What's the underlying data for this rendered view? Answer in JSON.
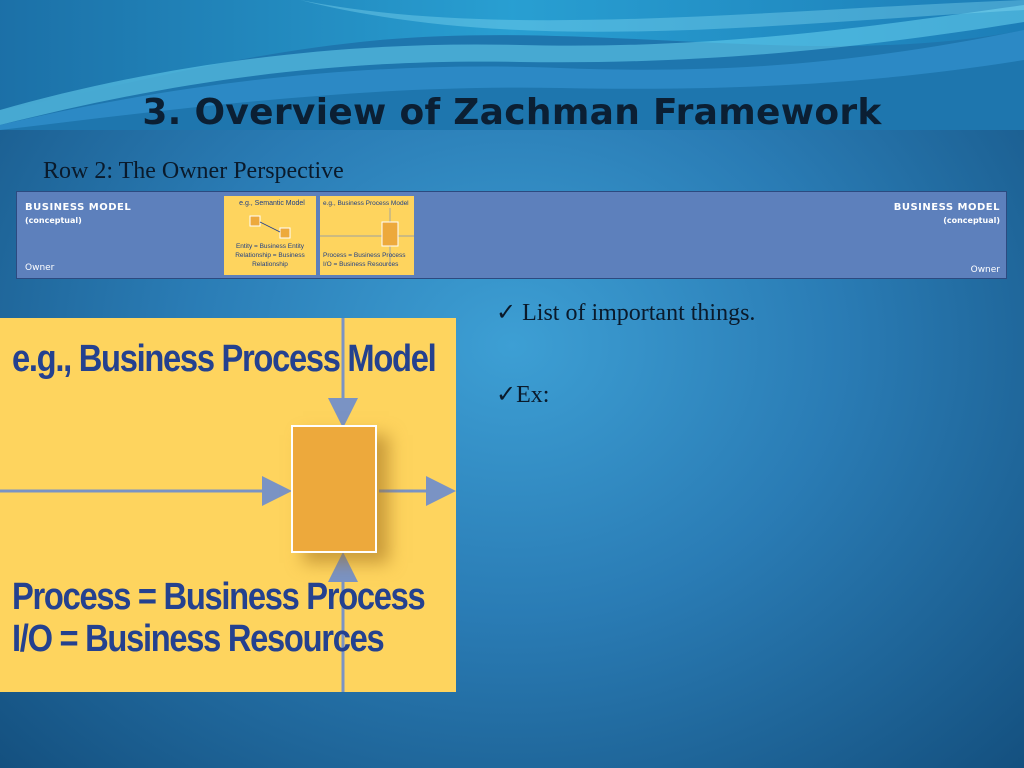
{
  "slide": {
    "title": "3. Overview of Zachman Framework",
    "subtitle": "Row 2: The Owner Perspective"
  },
  "banner": {
    "left_heading": "BUSINESS MODEL",
    "left_sub": "(conceptual)",
    "left_owner": "Owner",
    "right_heading": "BUSINESS MODEL",
    "right_sub": "(conceptual)",
    "right_owner": "Owner",
    "cell1": {
      "title": "e.g., Semantic Model",
      "text": "Entity = Business Entity Relationship = Business Relationship"
    },
    "cell2": {
      "title": "e.g., Business Process Model",
      "line1": "Process = Business Process",
      "line2": "I/O = Business Resources"
    }
  },
  "figure": {
    "title": "e.g., Business Process Model",
    "line1": "Process = Business Process",
    "line2": "I/O = Business Resources"
  },
  "bullets": {
    "item1": "✓ List of important things.",
    "item2": "✓Ex:"
  },
  "colors": {
    "cell_yellow": "#fed45e",
    "process_orange": "#eda93c",
    "banner_blue": "#5d80bc",
    "text_blue": "#24418f"
  }
}
